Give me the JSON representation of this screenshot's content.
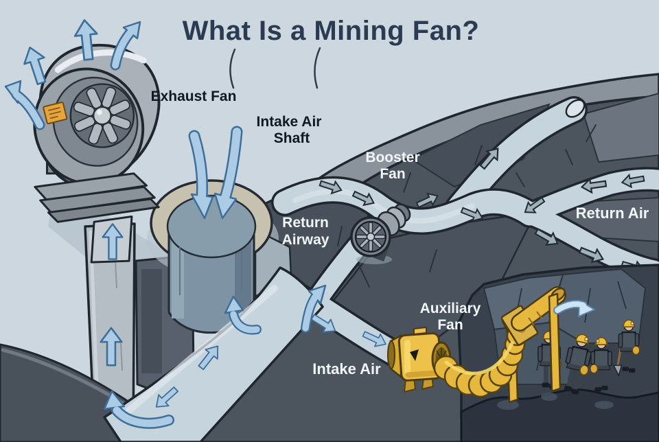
{
  "title": "What Is a Mining Fan?",
  "labels": {
    "exhaust_fan": "Exhaust Fan",
    "intake_air_shaft": [
      "Intake Air",
      "Shaft"
    ],
    "booster_fan": [
      "Booster",
      "Fan"
    ],
    "return_airway": [
      "Return",
      "Airway"
    ],
    "return_air": "Return Air",
    "auxiliary_fan": [
      "Auxiliary",
      "Fan"
    ],
    "intake_air": "Intake Air"
  },
  "colors": {
    "sky": "#ccd7df",
    "title": "#2b3b52",
    "label_dark": "#101820",
    "label_light": "#f2f6f8",
    "hill_band": "#8a929b",
    "terrain": "#4c545e",
    "terrain_edge": "#20262e",
    "tunnel": "#c6d5dd",
    "arrow_blue": "#abcce4",
    "arrow_blue_dark": "#3f6f99",
    "arrow_gray": "#9fb2bc",
    "metal_light": "#aab1b9",
    "metal_mid": "#99a1a9",
    "metal_dark": "#6e7680",
    "orange_plate": "#e7a43c",
    "yellow": "#e6b83e",
    "yellow_outline": "#4c3a12",
    "pit": "#39414d",
    "pit_light": "#5a6878",
    "helmet": "#ecbe3f",
    "skin": "#e3bd92",
    "shadow": "#b7c3cc"
  }
}
